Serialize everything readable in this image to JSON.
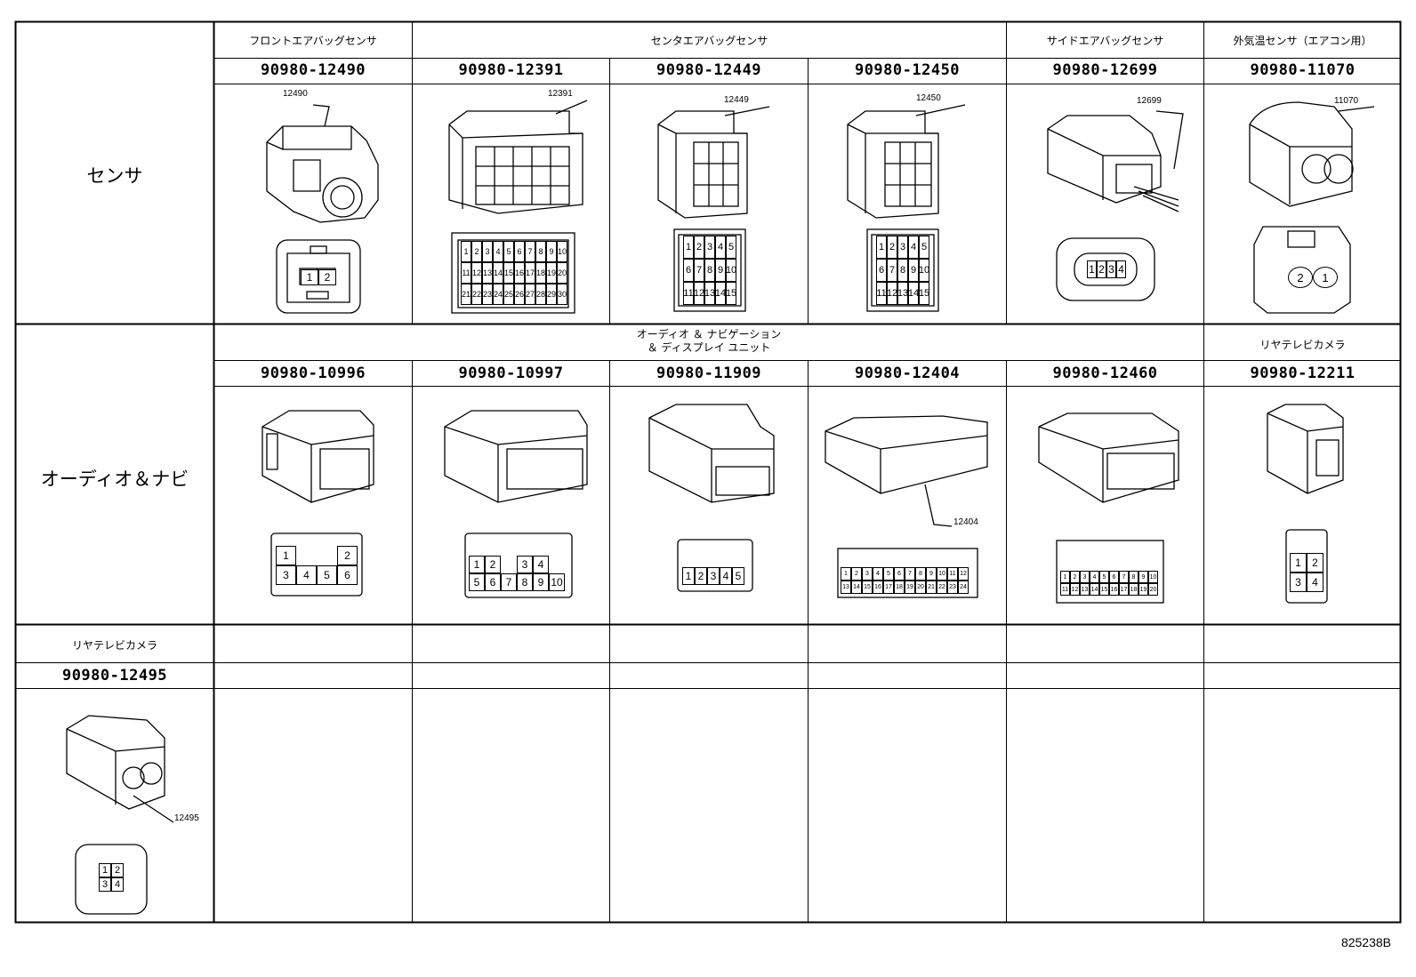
{
  "rows": [
    {
      "label": "センサ",
      "groups": [
        {
          "label": "フロントエアバッグセンサ",
          "span": 1
        },
        {
          "label": "センタエアバッグセンサ",
          "span": 3
        },
        {
          "label": "サイドエアバッグセンサ",
          "span": 1
        },
        {
          "label": "外気温センサ（エアコン用）",
          "span": 1
        }
      ],
      "parts": [
        {
          "pn": "90980-12490",
          "code": "12490",
          "pins": [
            "1",
            "2"
          ]
        },
        {
          "pn": "90980-12391",
          "code": "12391",
          "pins": [
            "1",
            "2",
            "3",
            "4",
            "5",
            "6",
            "7",
            "8",
            "9",
            "10",
            "11",
            "12",
            "13",
            "14",
            "15",
            "16",
            "17",
            "18",
            "19",
            "20",
            "21",
            "22",
            "23",
            "24",
            "25",
            "26",
            "27",
            "28",
            "29",
            "30"
          ]
        },
        {
          "pn": "90980-12449",
          "code": "12449",
          "pins": [
            "1",
            "2",
            "3",
            "4",
            "5",
            "6",
            "7",
            "8",
            "9",
            "10",
            "11",
            "12",
            "13",
            "14",
            "15"
          ]
        },
        {
          "pn": "90980-12450",
          "code": "12450",
          "pins": [
            "1",
            "2",
            "3",
            "4",
            "5",
            "6",
            "7",
            "8",
            "9",
            "10",
            "11",
            "12",
            "13",
            "14",
            "15"
          ]
        },
        {
          "pn": "90980-12699",
          "code": "12699",
          "pins": [
            "1",
            "2",
            "3",
            "4"
          ]
        },
        {
          "pn": "90980-11070",
          "code": "11070",
          "pins": [
            "2",
            "1"
          ]
        }
      ]
    },
    {
      "label": "オーディオ＆ナビ",
      "groups": [
        {
          "label": "オーディオ ＆ ナビゲーション",
          "label2": "＆ ディスプレイ ユニット",
          "span": 5
        },
        {
          "label": "リヤテレビカメラ",
          "span": 1
        }
      ],
      "parts": [
        {
          "pn": "90980-10996",
          "code": "",
          "pins": [
            "1",
            "2",
            "3",
            "4",
            "5",
            "6"
          ]
        },
        {
          "pn": "90980-10997",
          "code": "",
          "pins": [
            "1",
            "2",
            "3",
            "4",
            "5",
            "6",
            "7",
            "8",
            "9",
            "10"
          ]
        },
        {
          "pn": "90980-11909",
          "code": "",
          "pins": [
            "1",
            "2",
            "3",
            "4",
            "5"
          ]
        },
        {
          "pn": "90980-12404",
          "code": "12404",
          "pins": [
            "1",
            "2",
            "3",
            "4",
            "5",
            "6",
            "7",
            "8",
            "9",
            "10",
            "11",
            "12",
            "13",
            "14",
            "15",
            "16",
            "17",
            "18",
            "19",
            "20",
            "21",
            "22",
            "23",
            "24"
          ]
        },
        {
          "pn": "90980-12460",
          "code": "",
          "pins": [
            "1",
            "2",
            "3",
            "4",
            "5",
            "6",
            "7",
            "8",
            "9",
            "10",
            "11",
            "12",
            "13",
            "14",
            "15",
            "16",
            "17",
            "18",
            "19",
            "20"
          ]
        },
        {
          "pn": "90980-12211",
          "code": "",
          "pins": [
            "1",
            "2",
            "3",
            "4"
          ]
        }
      ]
    },
    {
      "group": "リヤテレビカメラ",
      "parts": [
        {
          "pn": "90980-12495",
          "code": "12495",
          "pins": [
            "1",
            "2",
            "3",
            "4"
          ]
        }
      ]
    }
  ],
  "reference": "825238B"
}
